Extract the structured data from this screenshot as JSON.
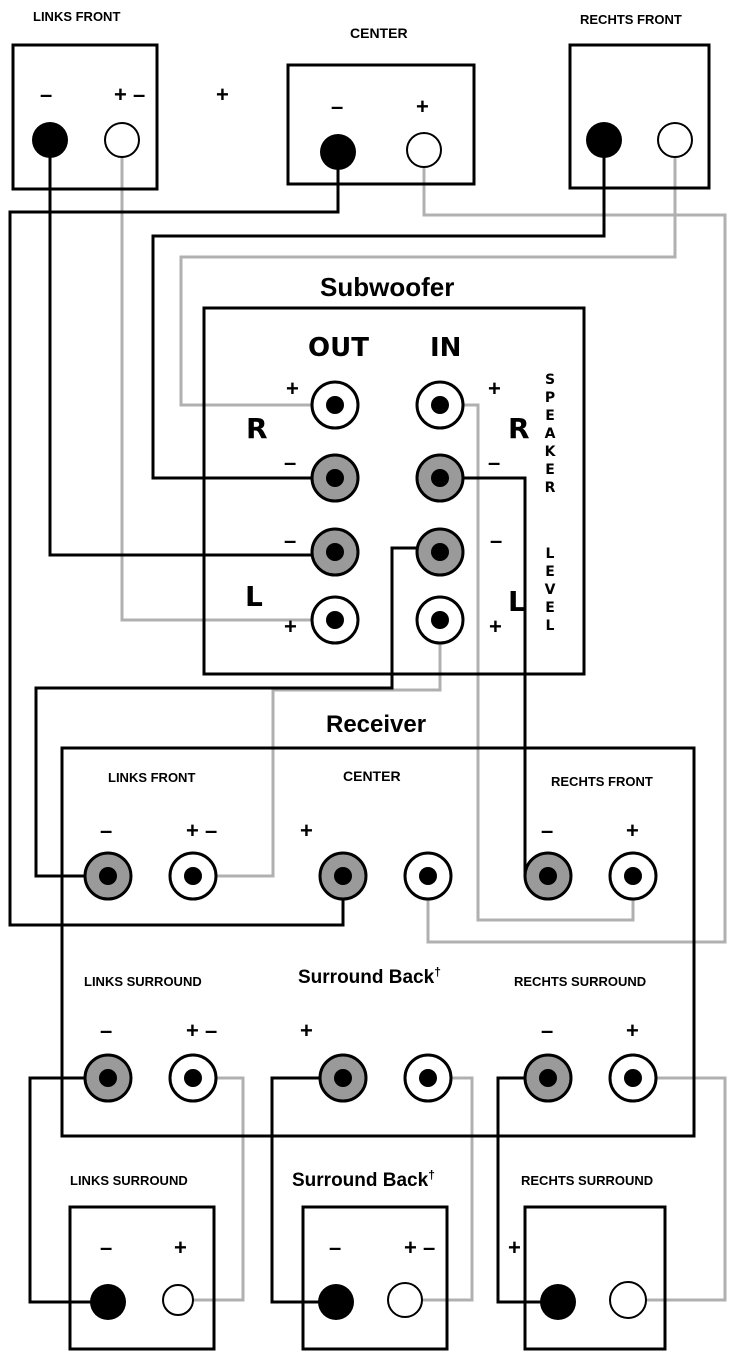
{
  "labels": {
    "links_front_top": "LINKS FRONT",
    "center_top": "CENTER",
    "rechts_front_top": "RECHTS FRONT",
    "subwoofer": "Subwoofer",
    "out": "OUT",
    "in": "IN",
    "r": "R",
    "l": "L",
    "speaker_level": [
      "S",
      "P",
      "E",
      "A",
      "K",
      "E",
      "R",
      "L",
      "E",
      "V",
      "E",
      "L"
    ],
    "receiver": "Receiver",
    "links_front": "LINKS FRONT",
    "center": "CENTER",
    "rechts_front": "RECHTS FRONT",
    "links_surround": "LINKS SURROUND",
    "surround_back": "Surround Back",
    "surround_back_mark": "†",
    "rechts_surround": "RECHTS SURROUND",
    "plus": "+",
    "minus": "–",
    "plus_minus": "+ –"
  },
  "colors": {
    "black_wire": "#000000",
    "grey_wire": "#b0b0b0",
    "neg_jack_fill": "#9a9a9a",
    "terminal_black": "#000000"
  }
}
